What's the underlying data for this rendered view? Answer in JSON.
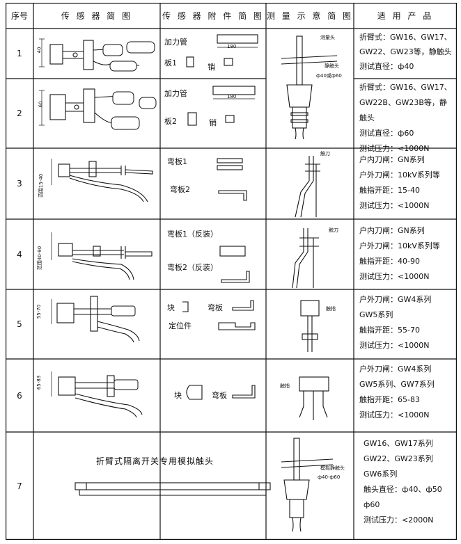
{
  "headers": {
    "index": "序号",
    "sensor": "传 感 器 简 图",
    "accessory": "传 感 器 附 件 简 图",
    "measure": "测 量 示 意 简 图",
    "product": "适 用 产 品"
  },
  "rows": [
    {
      "num": "1",
      "sensor_dim": "40",
      "acc": {
        "a": "加力管",
        "b": "板1",
        "c": "销",
        "dim": "180"
      },
      "measure": {
        "a": "测量头",
        "b": "静触头",
        "c": "ф40或ф60"
      },
      "product": "折臂式：GW16、GW17、\nGW22、GW23等，静触头\n测试直径：ф40"
    },
    {
      "num": "2",
      "sensor_dim": "60",
      "acc": {
        "a": "加力管",
        "b": "板2",
        "c": "销",
        "dim": "180"
      },
      "product": "折臂式：GW16、GW17、\nGW22B、GW23B等，静触头\n测试直径：ф60\n测试压力：<1000N"
    },
    {
      "num": "3",
      "sensor_dim": "范围15-40",
      "acc": {
        "a": "弯板1",
        "b": "弯板2"
      },
      "measure": {
        "a": "触刀"
      },
      "product": "户内刀闸：GN系列\n户外刀闸：10kV系列等\n触指开距：15-40\n测试压力：<1000N"
    },
    {
      "num": "4",
      "sensor_dim": "范围40-90",
      "acc": {
        "a": "弯板1（反装）",
        "b": "弯板2（反装）"
      },
      "measure": {
        "a": "触刀"
      },
      "product": "户内刀闸：GN系列\n户外刀闸：10kV系列等\n触指开距：40-90\n测试压力：<1000N"
    },
    {
      "num": "5",
      "sensor_dim": "55-70",
      "acc": {
        "a": "块",
        "b": "弯板",
        "c": "定位件"
      },
      "measure": {
        "a": "触指"
      },
      "product": "户外刀闸：GW4系列\n            GW5系列\n触指开距：55-70\n测试压力：<1000N"
    },
    {
      "num": "6",
      "sensor_dim": "65-83",
      "acc": {
        "a": "块",
        "b": "弯板"
      },
      "measure": {
        "a": "触指"
      },
      "product": "户外刀闸：GW4系列\nGW5系列、GW7系列\n触指开距：65-83\n测试压力：<1000N"
    },
    {
      "num": "7",
      "sensor_title": "折臂式隔离开关专用模拟触头",
      "measure": {
        "a": "模拟静触头",
        "b": "ф40-ф60"
      },
      "product": "GW16、GW17系列\nGW22、GW23系列\nGW6系列\n触头直径：ф40、ф50\n            ф60\n测试压力：<2000N"
    }
  ]
}
